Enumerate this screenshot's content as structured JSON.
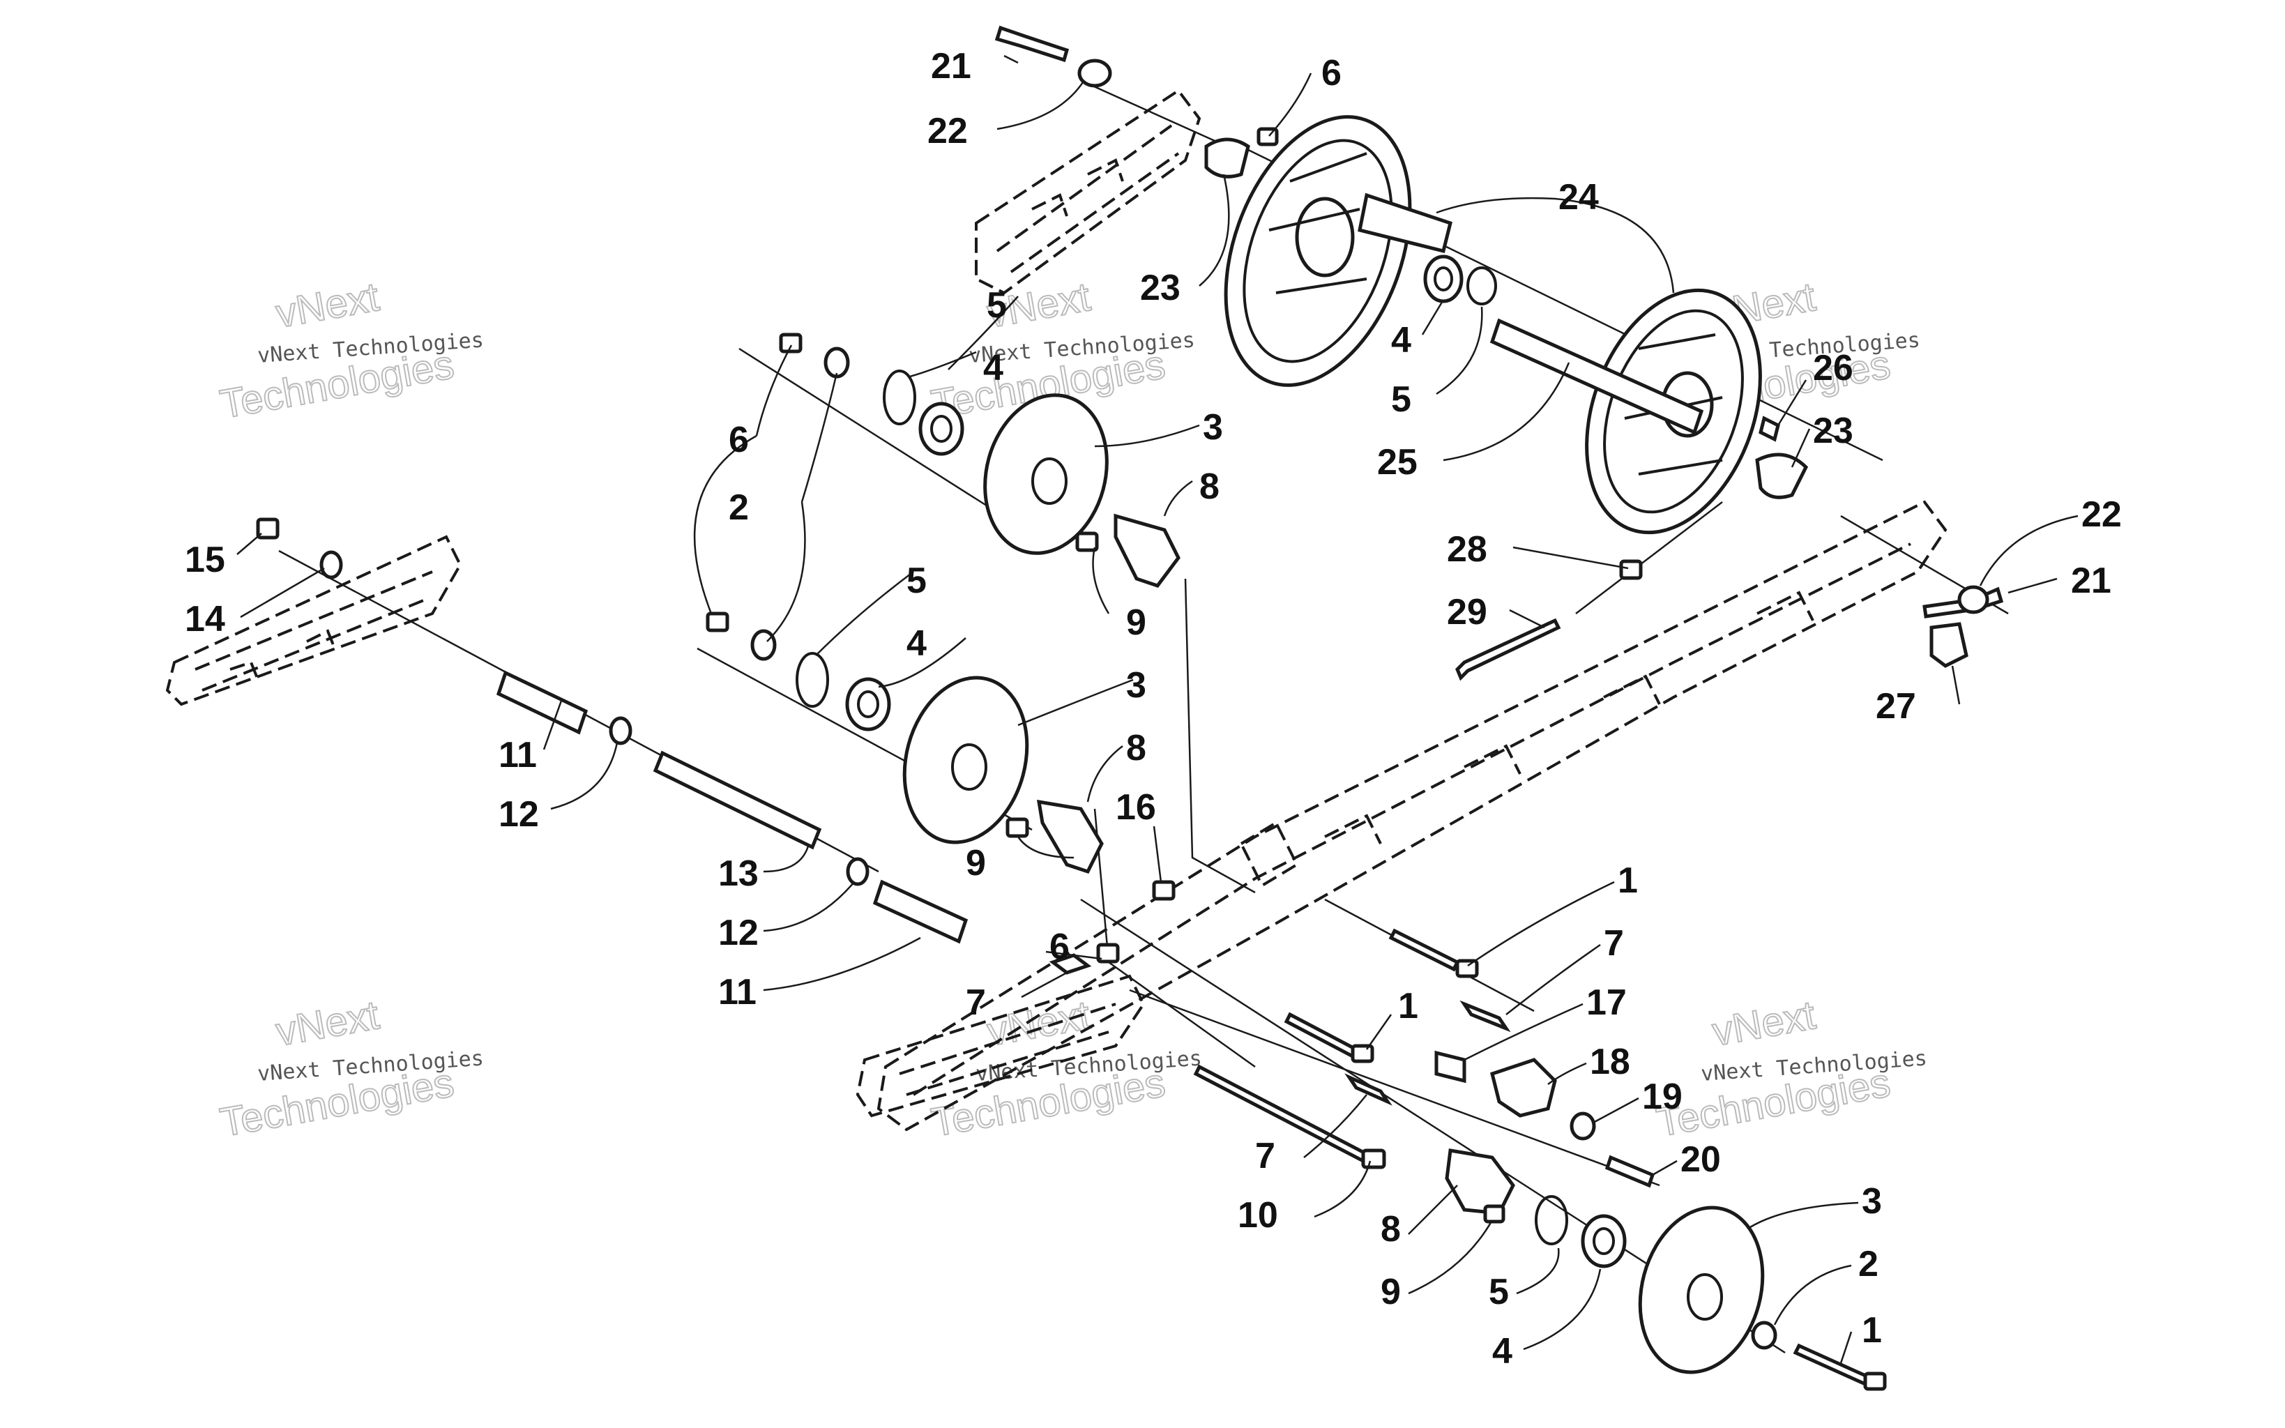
{
  "diagram": {
    "type": "exploded-parts-view",
    "watermark": {
      "small": "vNext Technologies",
      "large_line1": "vNext",
      "large_line2": "Technologies"
    },
    "callouts": {
      "c1_top": "1",
      "c1_mid": "1",
      "c1_bot": "1",
      "c2_left": "2",
      "c2_bot": "2",
      "c3_top": "3",
      "c3_mid": "3",
      "c3_bot": "3",
      "c4_top": "4",
      "c4_mid": "4",
      "c4_wheel": "4",
      "c4_bot": "4",
      "c5_top": "5",
      "c5_mid": "5",
      "c5_wheel": "5",
      "c5_bot": "5",
      "c6_top": "6",
      "c6_left": "6",
      "c6_mid": "6",
      "c7_left": "7",
      "c7_right": "7",
      "c7_bot": "7",
      "c8_top": "8",
      "c8_mid": "8",
      "c8_bot": "8",
      "c9_top": "9",
      "c9_mid": "9",
      "c9_bot": "9",
      "c10": "10",
      "c11_top": "11",
      "c11_bot": "11",
      "c12_top": "12",
      "c12_bot": "12",
      "c13": "13",
      "c14": "14",
      "c15": "15",
      "c16": "16",
      "c17": "17",
      "c18": "18",
      "c19": "19",
      "c20": "20",
      "c21_top": "21",
      "c21_right": "21",
      "c22_top": "22",
      "c22_right": "22",
      "c23_left": "23",
      "c23_right": "23",
      "c24": "24",
      "c25": "25",
      "c26": "26",
      "c27": "27",
      "c28": "28",
      "c29": "29"
    }
  }
}
